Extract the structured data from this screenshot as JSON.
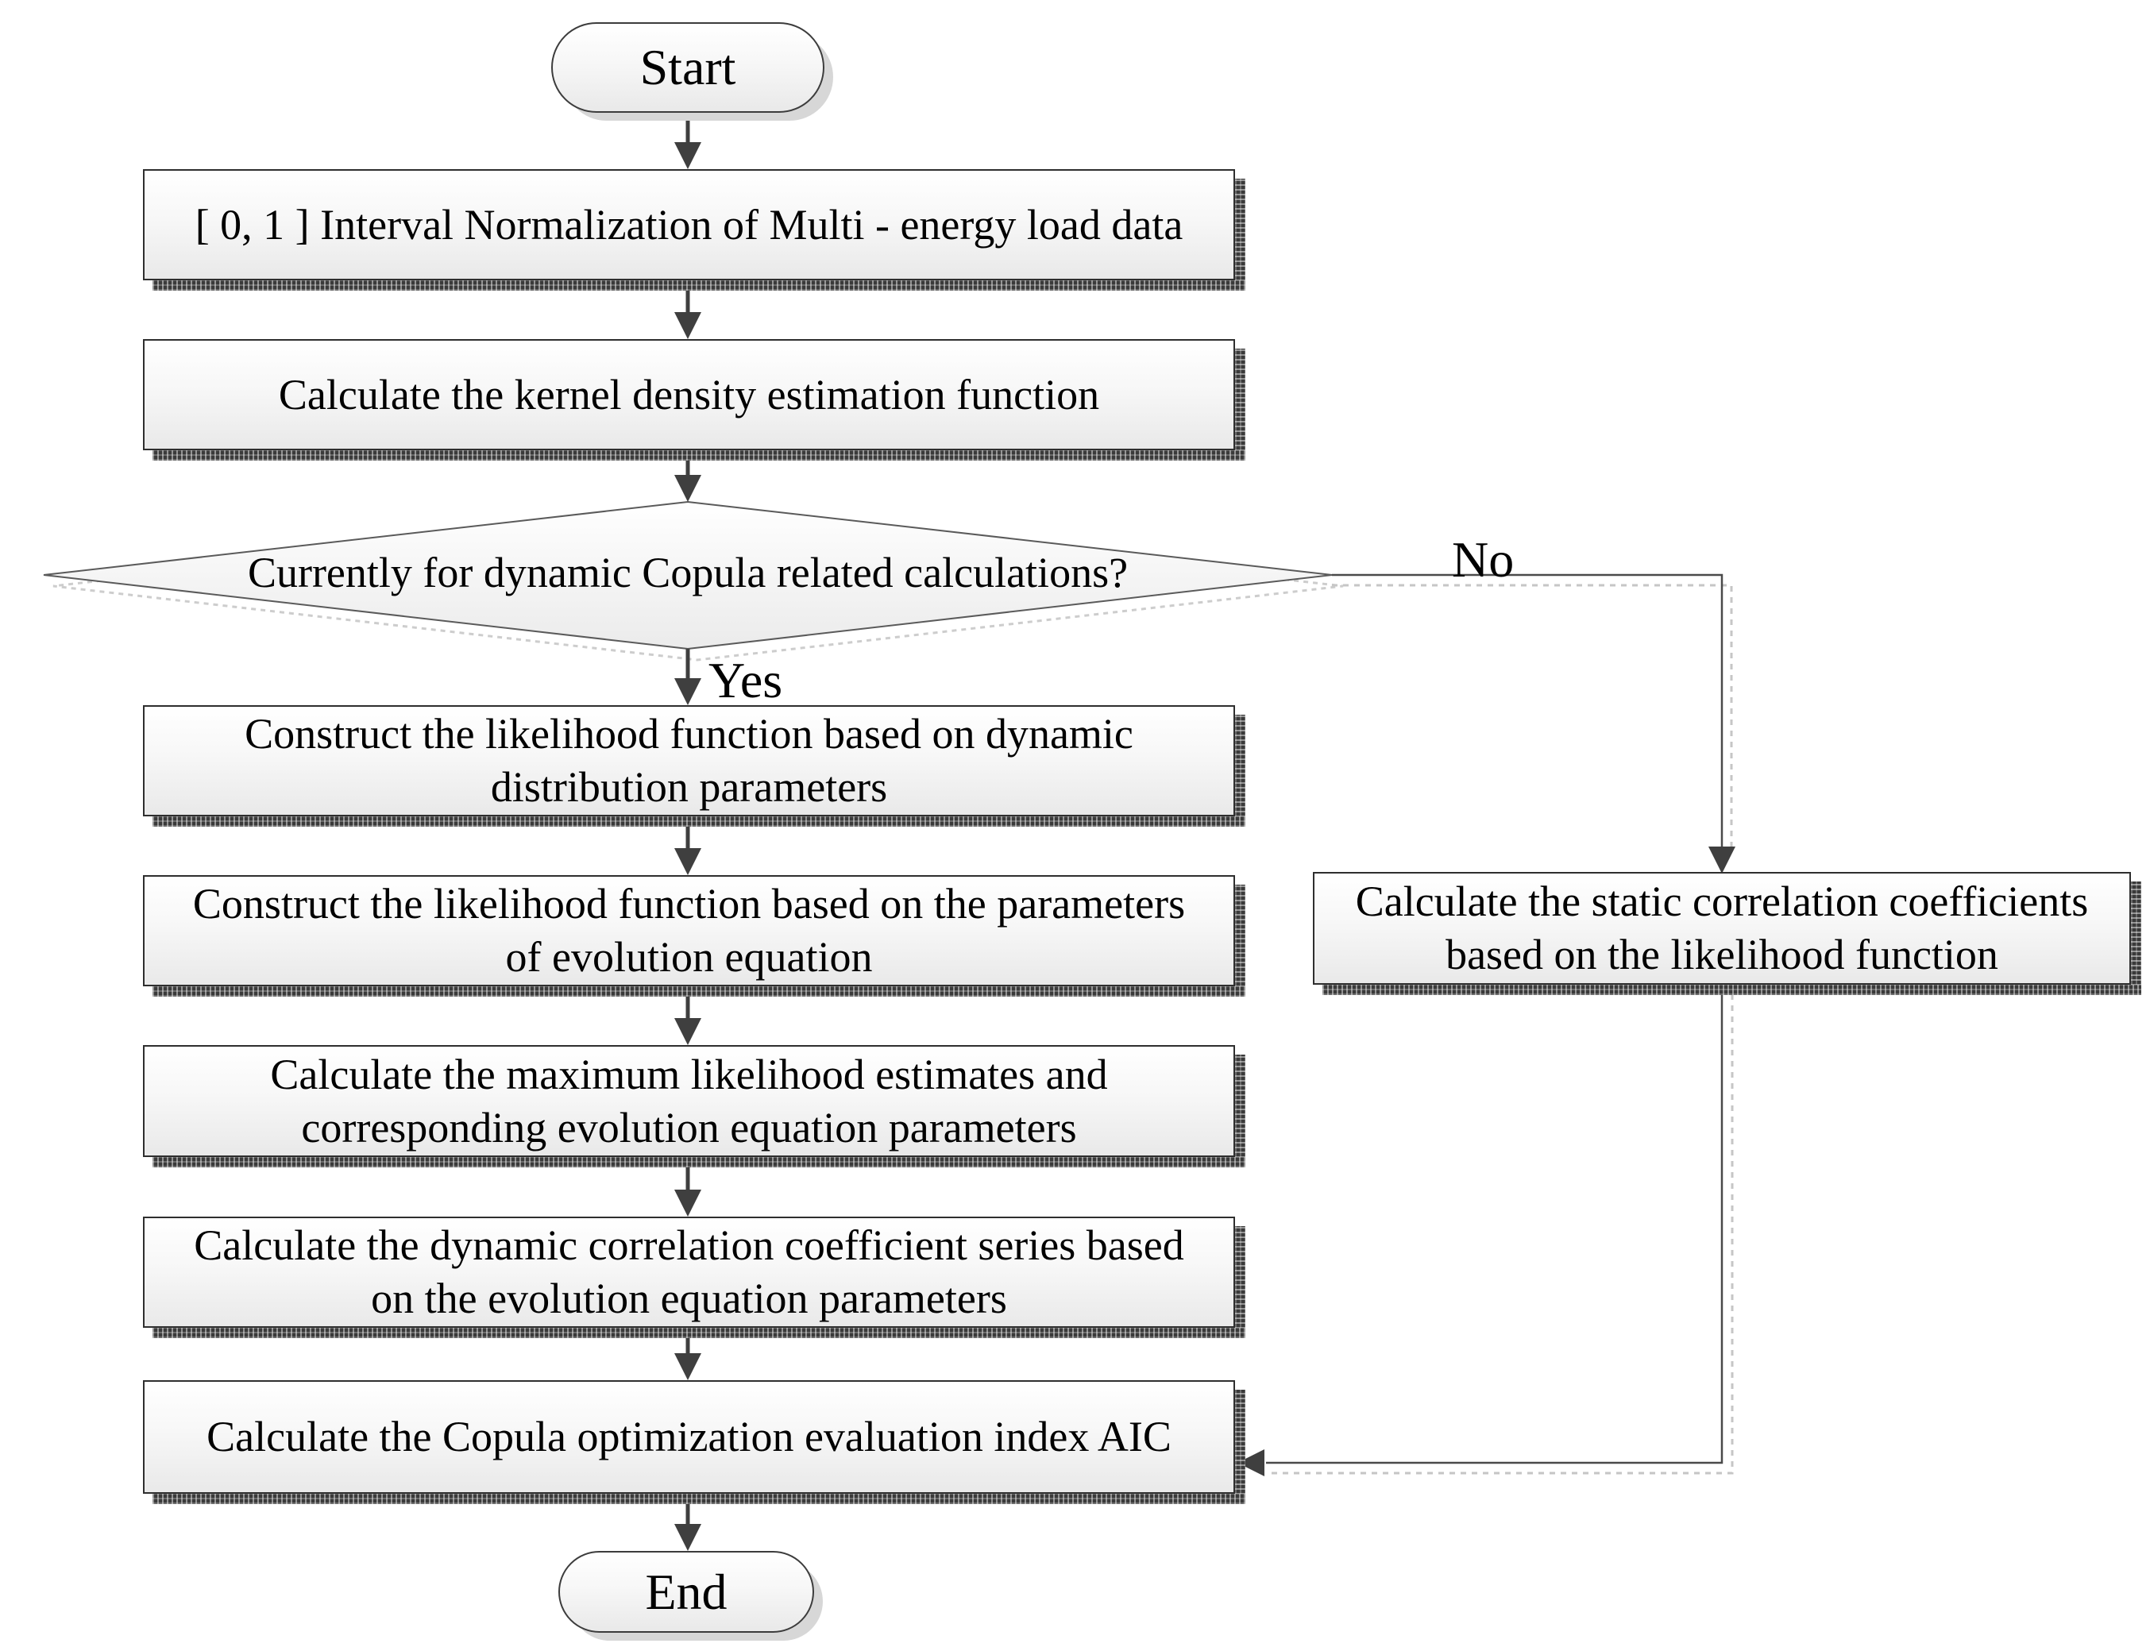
{
  "diagram": {
    "title_hint": "Dynamic Copula calculation flowchart",
    "terminals": {
      "start": "Start",
      "end": "End"
    },
    "branch_labels": {
      "yes": "Yes",
      "no": "No"
    },
    "steps": {
      "normalize": "[ 0, 1 ] Interval Normalization of Multi - energy load data",
      "kernel": "Calculate the kernel density estimation function",
      "decision": "Currently for dynamic Copula related calculations?",
      "construct_dynamic": [
        "Construct the likelihood function based on dynamic",
        "distribution parameters"
      ],
      "construct_evolution": [
        "Construct the likelihood function based on the parameters",
        "of evolution equation"
      ],
      "max_likelihood": [
        "Calculate the maximum likelihood estimates and",
        "corresponding evolution equation parameters"
      ],
      "dynamic_series": [
        "Calculate the dynamic correlation coefficient series based",
        "on the evolution equation parameters"
      ],
      "aic": "Calculate the Copula optimization evaluation index AIC",
      "static_coeff": [
        "Calculate the static correlation coefficients",
        "based on the likelihood function"
      ]
    },
    "colors": {
      "node_fill_top": "#ffffff",
      "node_fill_bottom": "#e9e9e9",
      "node_border": "#2e2e2e",
      "arrow": "#3f3f3f",
      "shadow_dark": "#3a3a3a",
      "shadow_light": "#d7d7d7",
      "branch_line": "#4a4a4a",
      "branch_line_shadow": "#c6c6c6",
      "text": "#000000"
    }
  }
}
